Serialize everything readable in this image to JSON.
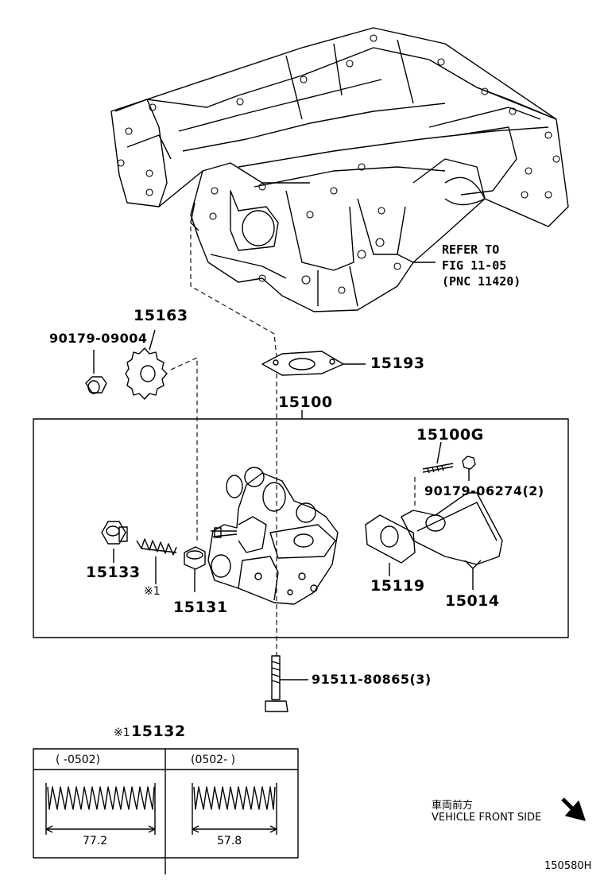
{
  "refer": {
    "line1": "REFER TO",
    "line2": "FIG 11-05",
    "line3": "(PNC 11420)"
  },
  "parts": {
    "p15163": "15163",
    "p90179_09004": "90179-09004",
    "p15193": "15193",
    "p15100": "15100",
    "p15100G": "15100G",
    "p90179_06274": "90179-06274(2)",
    "p15133": "15133",
    "note1": "※1",
    "p15131": "15131",
    "p15119": "15119",
    "p15014": "15014",
    "p91511_80865": "91511-80865(3)"
  },
  "spring_table": {
    "title_note": "※1",
    "title_part": "15132",
    "col1_header": "(     -0502)",
    "col2_header": "(0502-     )",
    "col1_length": "77.2",
    "col2_length": "57.8"
  },
  "orientation": {
    "line1": "車両前方",
    "line2": "VEHICLE FRONT SIDE"
  },
  "figure_id": "150580H"
}
